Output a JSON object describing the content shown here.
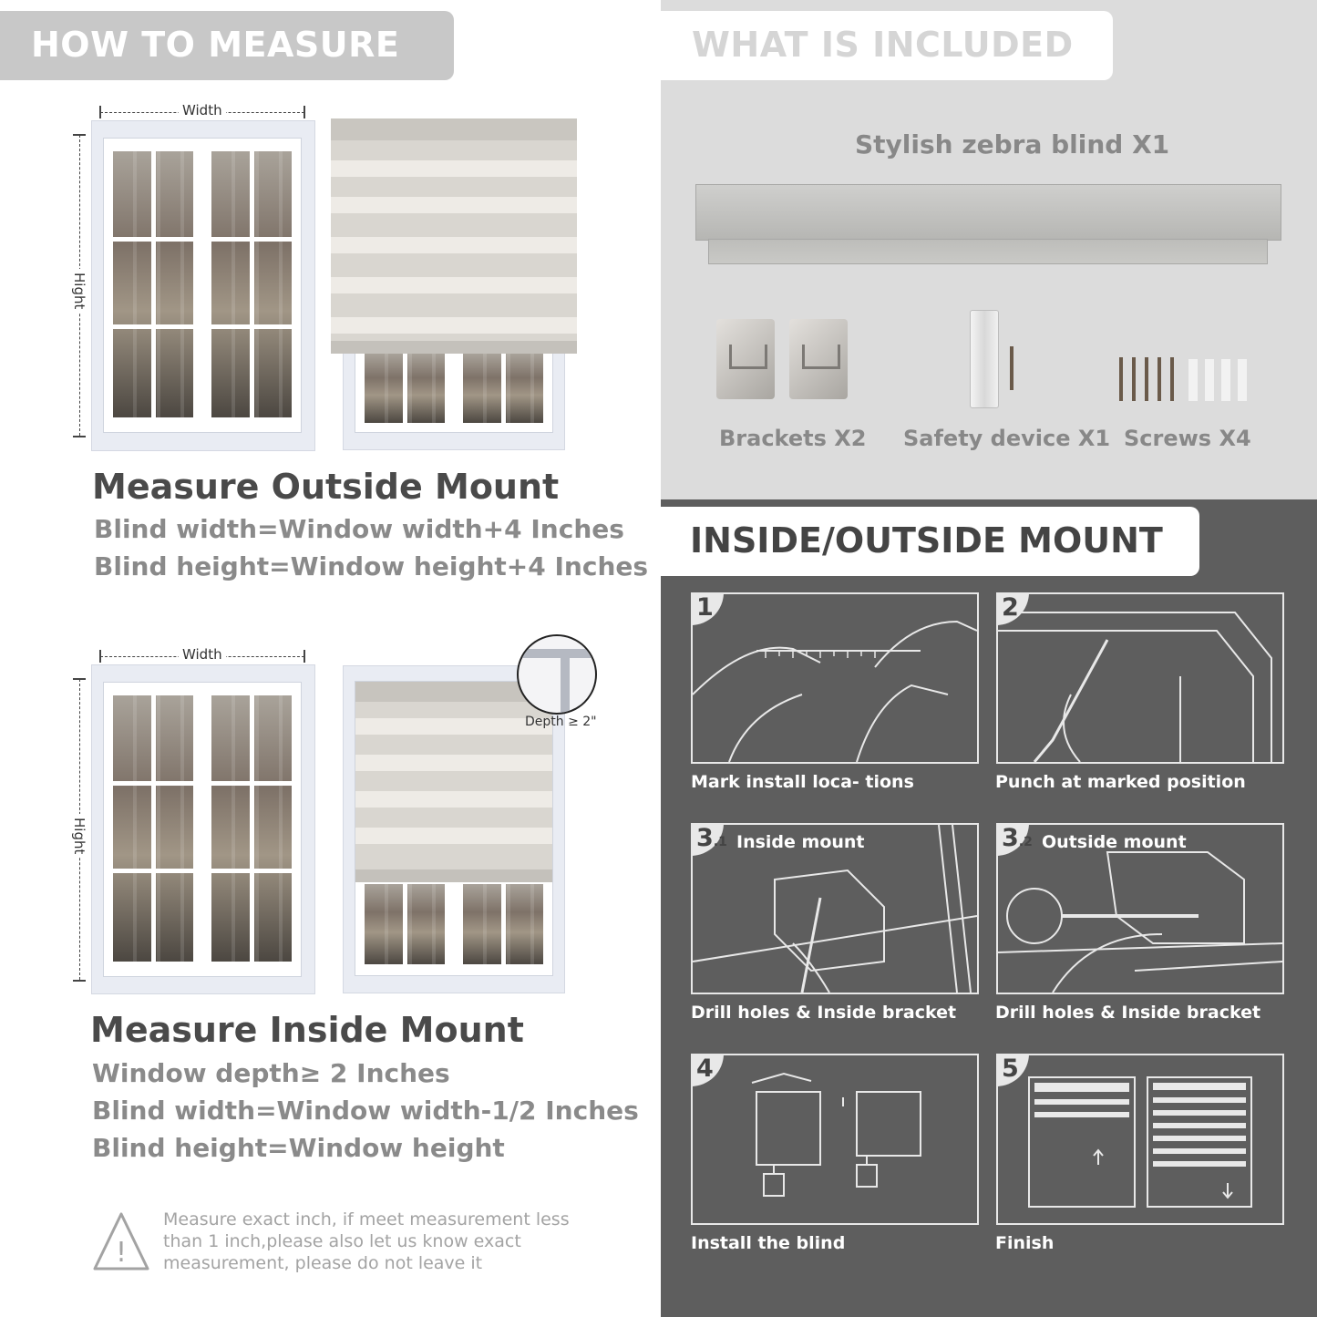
{
  "left": {
    "header": "HOW TO MEASURE",
    "dim_width": "Width",
    "dim_height": "Hight",
    "depth_label": "Depth ≥ 2\"",
    "outside": {
      "title": "Measure Outside Mount",
      "lines": [
        "Blind width=Window width+4 Inches",
        "Blind height=Window height+4 Inches"
      ]
    },
    "inside": {
      "title": "Measure Inside Mount",
      "lines": [
        "Window depth≥ 2 Inches",
        "Blind width=Window width-1/2 Inches",
        "Blind height=Window height"
      ]
    },
    "warning_icon": "warning-triangle-icon",
    "warning": [
      "Measure exact inch, if meet measurement less",
      "than 1 inch,please also let us know exact",
      "measurement, please do not leave it"
    ]
  },
  "included": {
    "header": "WHAT IS INCLUDED",
    "blind_label": "Stylish zebra blind X1",
    "items": [
      {
        "label": "Brackets X2",
        "icon": "bracket-icon"
      },
      {
        "label": "Safety device X1",
        "icon": "safety-device-icon"
      },
      {
        "label": "Screws X4",
        "icon": "screws-icon"
      }
    ]
  },
  "mount": {
    "header": "INSIDE/OUTSIDE MOUNT",
    "steps": [
      {
        "num": "1",
        "sub": "",
        "title": "",
        "caption": "Mark install loca- tions"
      },
      {
        "num": "2",
        "sub": "",
        "title": "",
        "caption": "Punch at  marked position"
      },
      {
        "num": "3",
        "sub": ".1",
        "title": "Inside mount",
        "caption": "Drill holes &  Inside bracket"
      },
      {
        "num": "3",
        "sub": ".2",
        "title": "Outside mount",
        "caption": "Drill holes &  Inside bracket"
      },
      {
        "num": "4",
        "sub": "",
        "title": "",
        "caption": "Install the blind"
      },
      {
        "num": "5",
        "sub": "",
        "title": "",
        "caption": "Finish"
      }
    ]
  }
}
